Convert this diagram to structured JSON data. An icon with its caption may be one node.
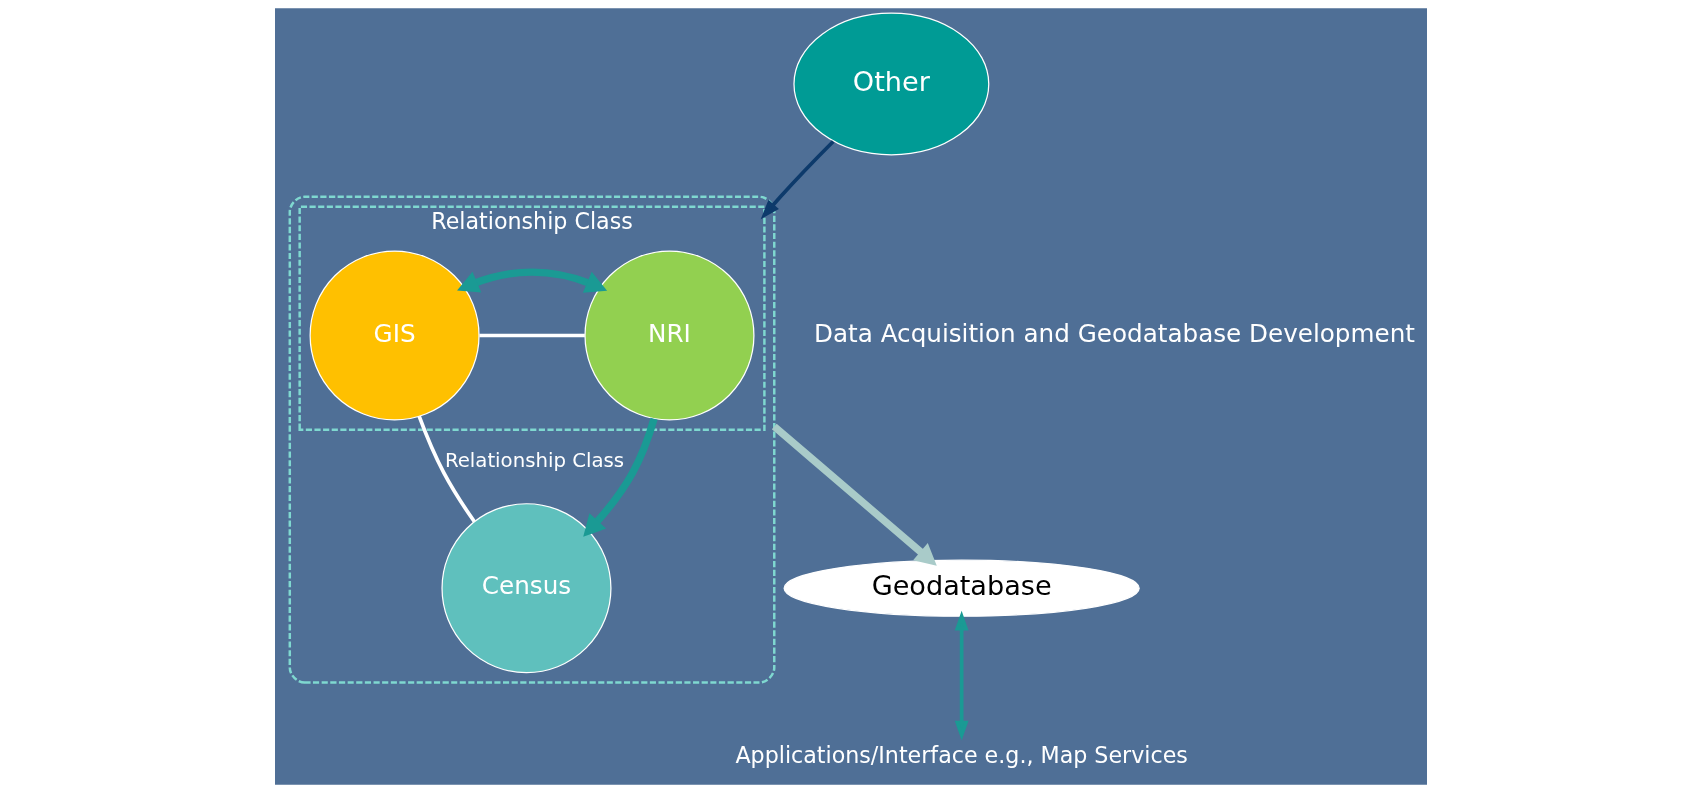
{
  "diagram": {
    "nodes": [
      {
        "text": [
          "Other"
        ]
      },
      {
        "text": [],
        "shape": "funnel"
      },
      {
        "text": [
          "Relationship Class"
        ],
        "in": 1
      },
      {
        "text": [
          "NRI"
        ],
        "in": 2
      },
      {
        "text": [
          "GIS"
        ],
        "in": 2
      },
      {
        "text": [
          "Census"
        ],
        "in": 1
      },
      {
        "text": [
          "Geodatabase"
        ]
      },
      {
        "text": [
          "Applications/Interface e.g., Map Services"
        ]
      }
    ],
    "edges": [
      {
        "from": 0,
        "to": 2,
        "arrow": "to",
        "color": "#0d3a6b"
      },
      {
        "from": 3,
        "to": 4,
        "arrow": "none",
        "color": "#ffffff"
      },
      {
        "from": 3,
        "to": 4,
        "arrow": "both",
        "style": "thick",
        "color": "#1a9a94"
      },
      {
        "from": 4,
        "to": 5,
        "arrow": "none",
        "label": "Relationship Class",
        "color": "#ffffff"
      },
      {
        "from": 3,
        "to": 5,
        "arrow": "to",
        "style": "thick",
        "color": "#1a9a94"
      },
      {
        "from": 1,
        "to": 6,
        "arrow": "to",
        "style": "thick",
        "color": "#a9cbc9"
      },
      {
        "from": 6,
        "to": 7,
        "arrow": "both",
        "color": "#1a9a94"
      }
    ],
    "labels": [
      "Data Acquisition and Geodatabase Development"
    ]
  }
}
